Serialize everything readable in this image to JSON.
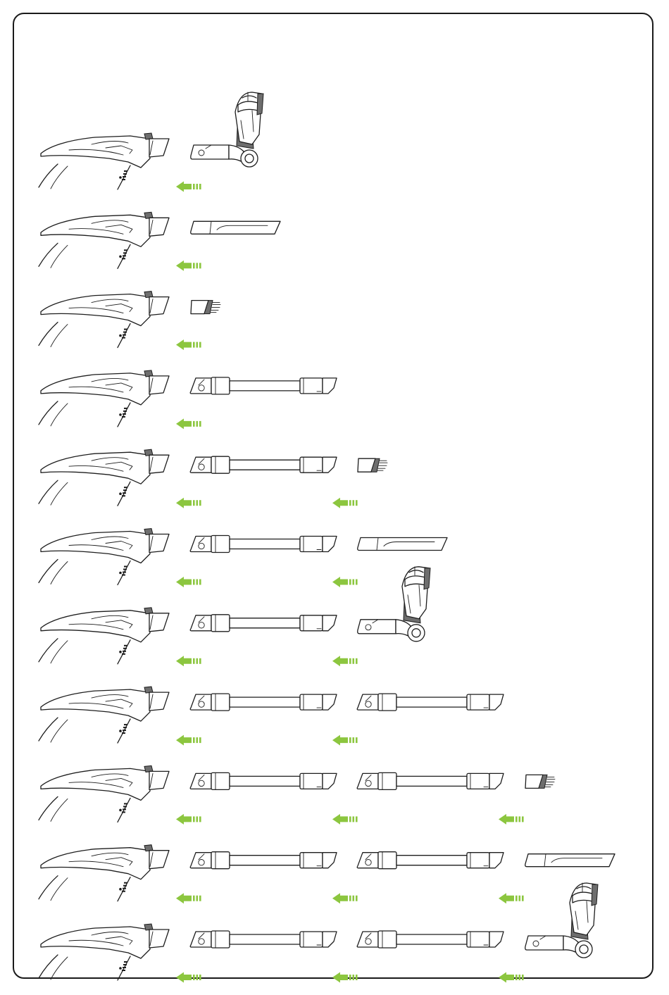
{
  "diagram": {
    "type": "attachment-configuration-chart",
    "colors": {
      "arrow": "#8cc63f",
      "line": "#1d1d1d",
      "frame": "#1a1a1a",
      "background": "#ffffff"
    },
    "arrow_icon": "insert-arrow-left-icon",
    "rows": [
      {
        "parts": [
          "motorized-floor-nozzle"
        ]
      },
      {
        "parts": [
          "crevice-tool"
        ]
      },
      {
        "parts": [
          "dusting-brush"
        ]
      },
      {
        "parts": [
          "extension-tube"
        ]
      },
      {
        "parts": [
          "extension-tube",
          "dusting-brush"
        ]
      },
      {
        "parts": [
          "extension-tube",
          "crevice-tool"
        ]
      },
      {
        "parts": [
          "extension-tube",
          "motorized-floor-nozzle"
        ]
      },
      {
        "parts": [
          "extension-tube",
          "extension-tube"
        ]
      },
      {
        "parts": [
          "extension-tube",
          "extension-tube",
          "dusting-brush"
        ]
      },
      {
        "parts": [
          "extension-tube",
          "extension-tube",
          "crevice-tool"
        ]
      },
      {
        "parts": [
          "extension-tube",
          "extension-tube",
          "motorized-floor-nozzle"
        ]
      }
    ]
  }
}
